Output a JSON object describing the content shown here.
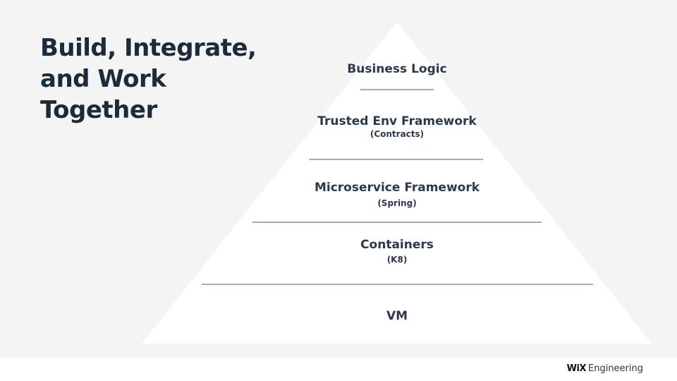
{
  "title_lines": [
    "Build, Integrate,",
    "and Work",
    "Together"
  ],
  "layers": [
    {
      "label": "Business Logic",
      "sub": ""
    },
    {
      "label": "Trusted Env Framework",
      "sub": "(Contracts)"
    },
    {
      "label": "Microservice Framework",
      "sub": "(Spring)"
    },
    {
      "label": "Containers",
      "sub": "(K8)"
    },
    {
      "label": "VM",
      "sub": ""
    }
  ],
  "colors": {
    "divider": "#6b4a6b",
    "text": "#1c2b3a",
    "pyramid": "#ffffff"
  },
  "logo": {
    "brand": "WiX",
    "text": "Engineering"
  }
}
